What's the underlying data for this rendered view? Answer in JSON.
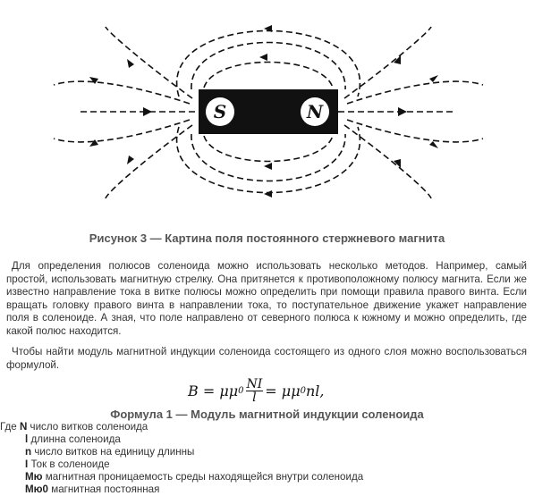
{
  "figure": {
    "magnet_south": "S",
    "magnet_north": "N",
    "caption": "Рисунок 3 — Картина поля постоянного стержневого магнита"
  },
  "paragraphs": [
    "Для определения полюсов соленоида можно использовать несколько методов. Например, самый простой, использовать магнитную стрелку. Она притянется к противоположному полюсу магнита. Если же известно направление тока в витке полюсы можно определить при помощи правила правого винта. Если вращать головку правого винта в направлении тока, то поступательное движение укажет направление поля в соленоиде. А зная, что поле направлено от северного полюса к южному и можно определить, где какой полюс находится.",
    "Чтобы найти модуль магнитной индукции соленоида состоящего из одного слоя можно воспользоваться формулой."
  ],
  "formula": {
    "lhs": "B = μμ",
    "sub0": "0",
    "num": "NI",
    "den": "l",
    "mid": "= μμ",
    "sub1": "0",
    "tail": "nl,",
    "caption": "Формула 1 — Модуль магнитной индукции соленоида"
  },
  "legend": [
    {
      "prefix": "Где ",
      "symbol": "N",
      "text": " число витков соленоида"
    },
    {
      "prefix": "",
      "symbol": "l",
      "text": " длинна соленоида"
    },
    {
      "prefix": "",
      "symbol": "n",
      "text": " число витков на единицу длинны"
    },
    {
      "prefix": "",
      "symbol": "I",
      "text": " Ток в соленоиде"
    },
    {
      "prefix": "",
      "symbol": "Mю",
      "text": " магнитная проницаемость среды находящейся внутри соленоида"
    },
    {
      "prefix": "",
      "symbol": "Mю0",
      "text": " магнитная постоянная"
    }
  ]
}
